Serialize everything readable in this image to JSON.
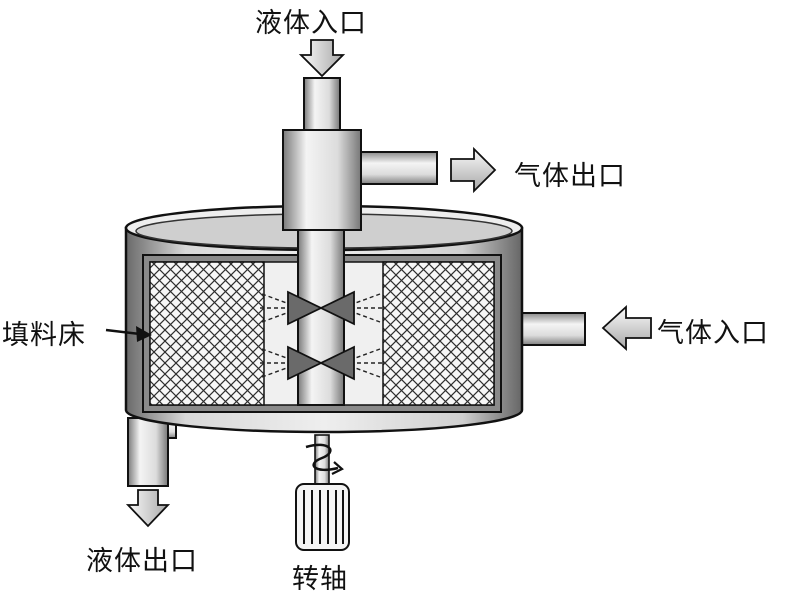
{
  "labels": {
    "liquid_inlet": "液体入口",
    "gas_outlet": "气体出口",
    "packed_bed": "填料床",
    "gas_inlet": "气体入口",
    "liquid_outlet": "液体出口",
    "rotating_shaft": "转轴"
  },
  "colors": {
    "background": "#ffffff",
    "metal_light": "#f2f2f2",
    "metal_mid": "#bdbdbd",
    "metal_dark": "#555555",
    "outline": "#111111",
    "mesh": "#333333"
  },
  "icons": [
    "down-arrow-icon",
    "right-arrow-icon",
    "left-arrow-icon",
    "nozzle-icon",
    "spring-icon",
    "motor-icon"
  ]
}
